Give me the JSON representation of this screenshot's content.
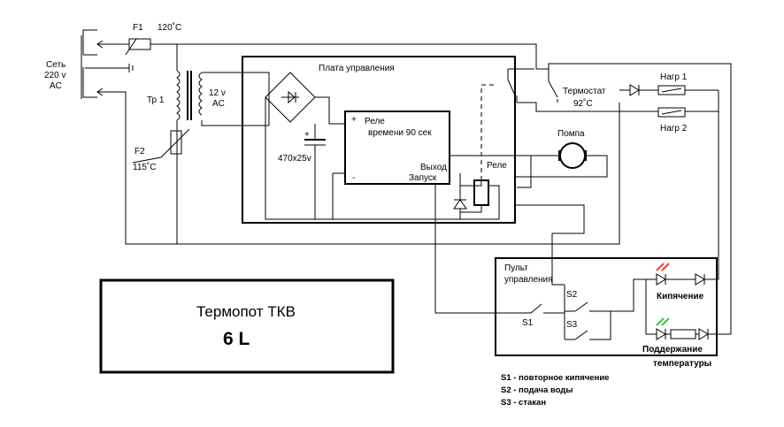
{
  "mains": {
    "label_line1": "Сеть",
    "label_line2": "220 v",
    "label_line3": "AC"
  },
  "fuse1": {
    "label": "F1",
    "temp": "120˚C"
  },
  "fuse2": {
    "label": "F2",
    "temp": "115˚C"
  },
  "transformer": {
    "label": "Тр 1",
    "out_line1": "12 v",
    "out_line2": "AC"
  },
  "control_board": {
    "label": "Плата управления"
  },
  "timer_relay": {
    "label_line1": "Реле",
    "label_line2": "времени 90 сек",
    "output_label": "Выход",
    "start_label": "Запуск",
    "minus_label": "-",
    "plus_label": "+"
  },
  "capacitor": {
    "label": "470х25v"
  },
  "relay": {
    "label": "Реле"
  },
  "thermostat": {
    "label": "Термостат",
    "temp": "92˚C"
  },
  "heater1": {
    "label": "Нагр 1"
  },
  "heater2": {
    "label": "Нагр 2"
  },
  "pump": {
    "label": "Помпа"
  },
  "remote_panel": {
    "label_line1": "Пульт",
    "label_line2": "управления",
    "s1": "S1",
    "s2": "S2",
    "s3": "S3",
    "led_boil": "Кипячение",
    "led_keep_line1": "Поддержание",
    "led_keep_line2": "температуры",
    "led_boil_color": "#ff3b30",
    "led_keep_color": "#36c944"
  },
  "legend": [
    "S1 - повторное кипячение",
    "S2 - подача воды",
    "S3 - стакан"
  ],
  "title_box": {
    "title": "Термопот  ТКВ",
    "subtitle": "6 L"
  }
}
